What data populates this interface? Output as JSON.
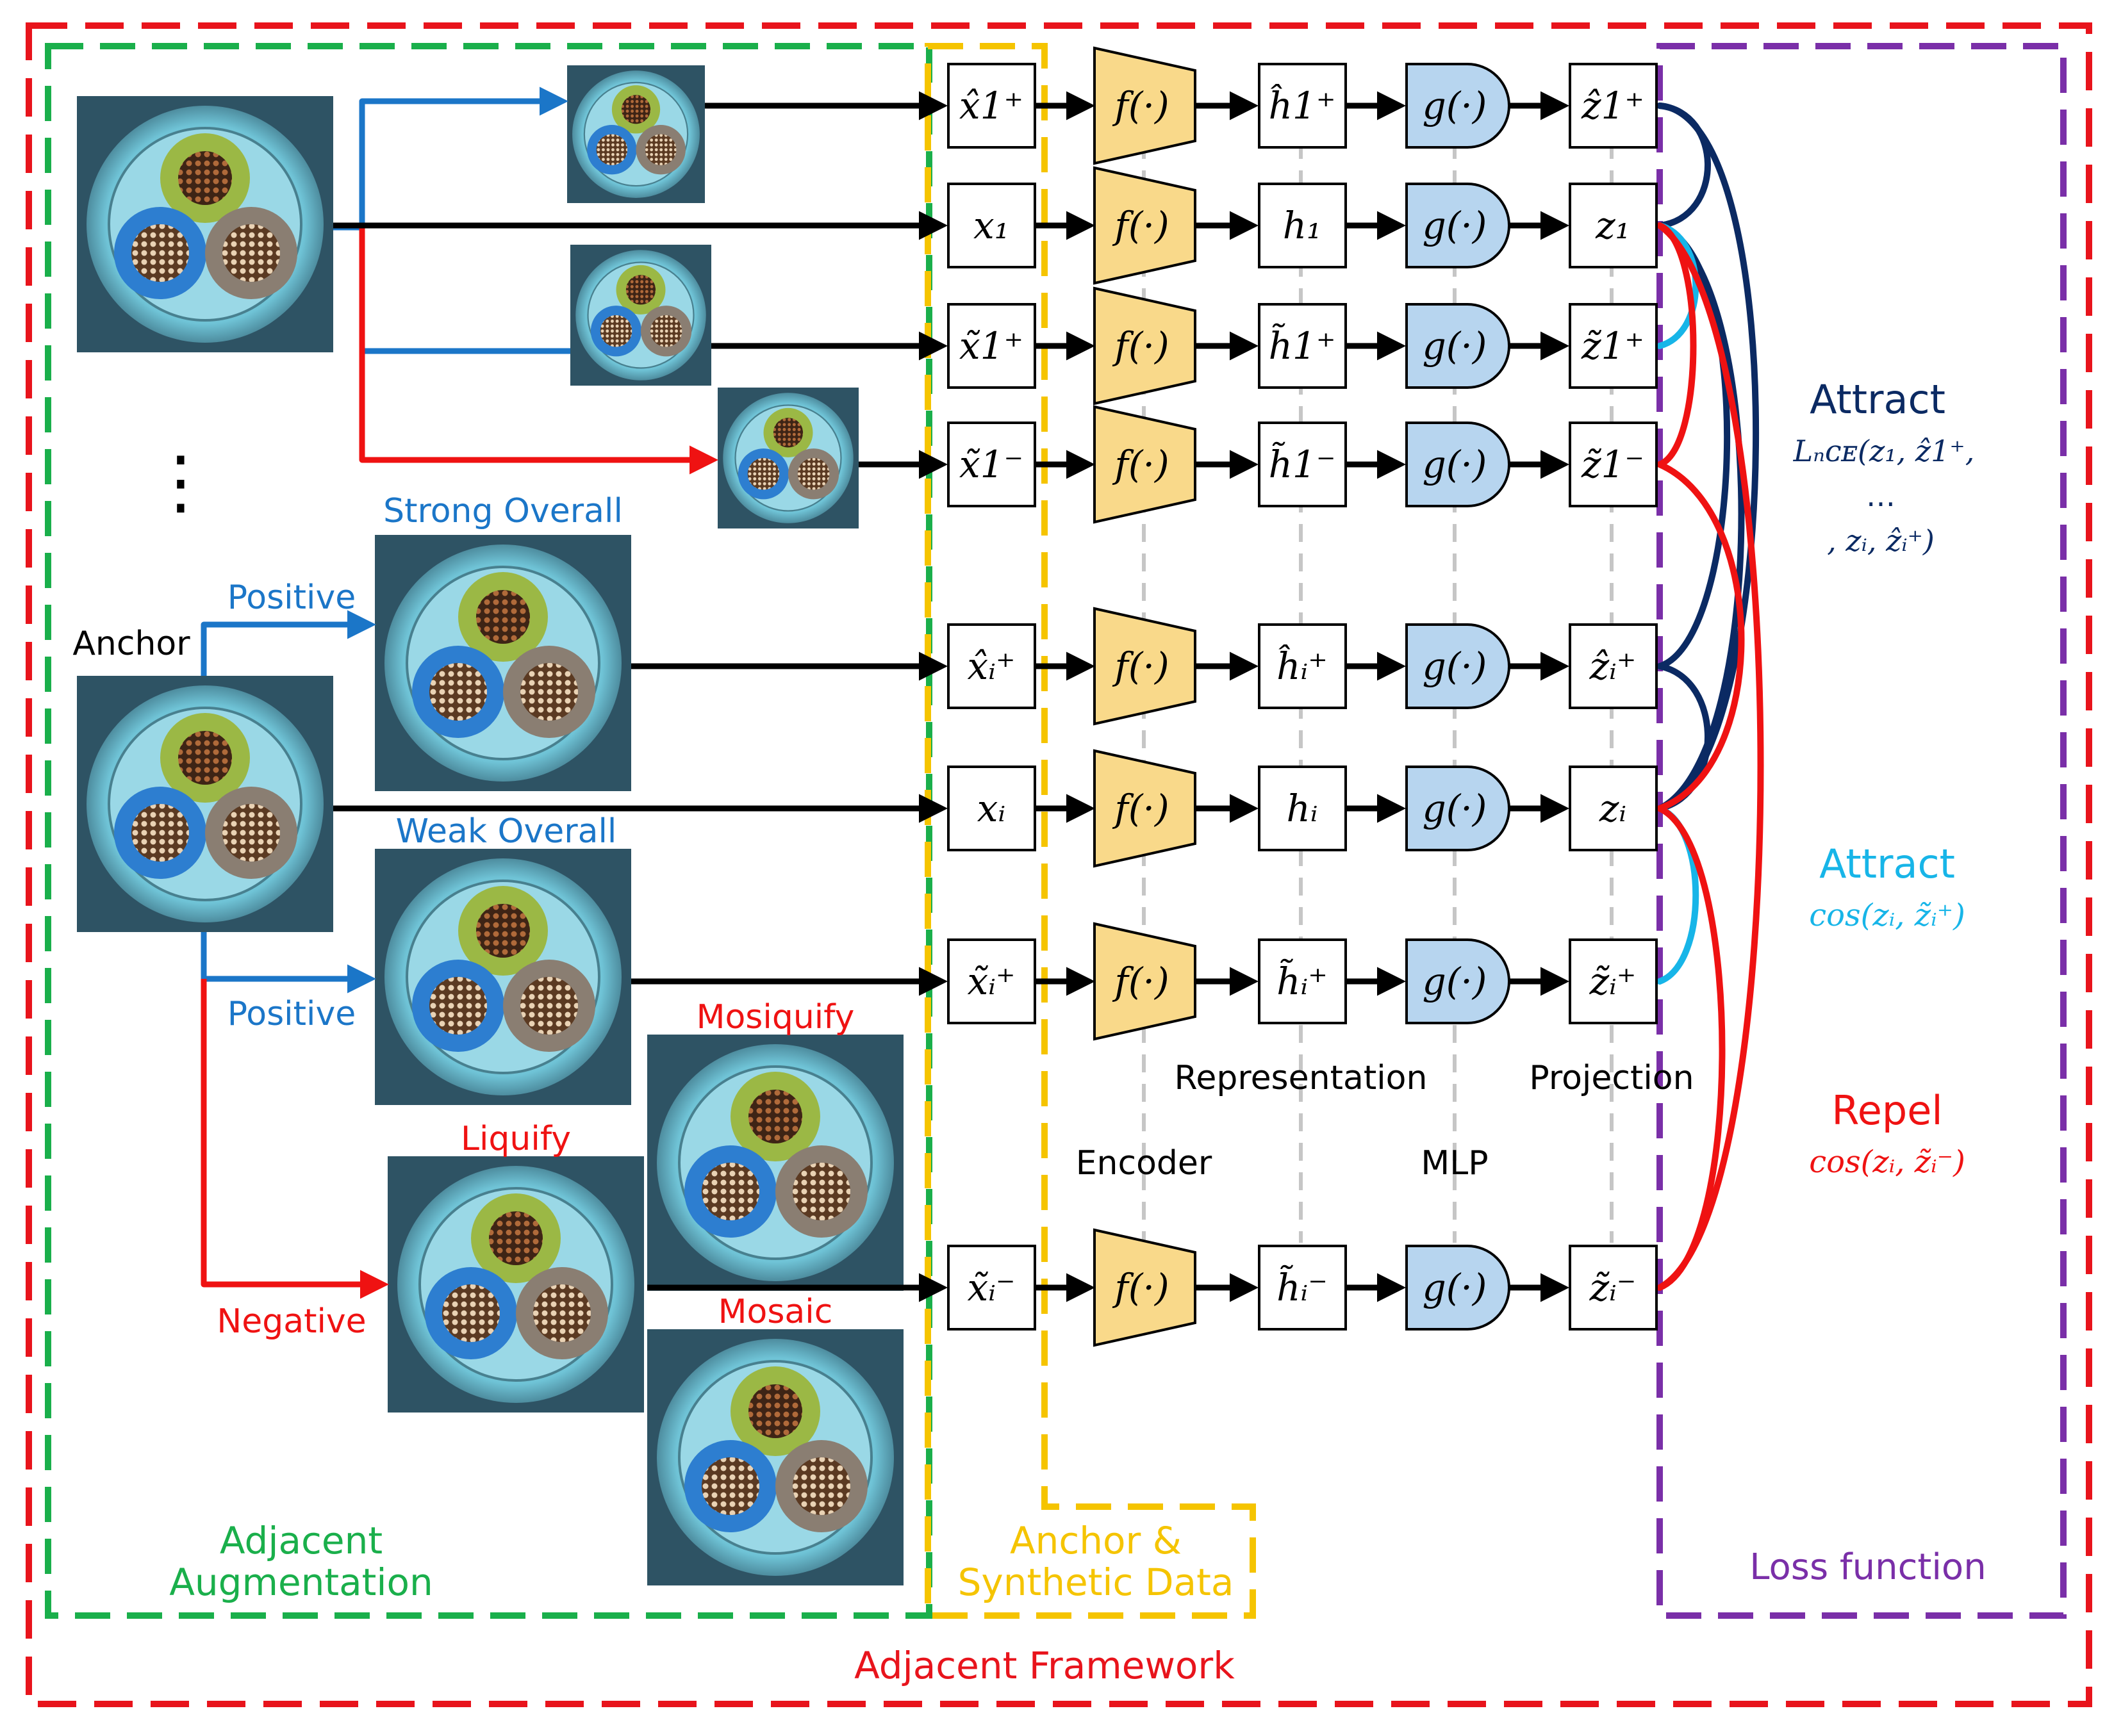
{
  "frames": {
    "outer": "Adjacent Framework",
    "augmentation": [
      "Adjacent",
      "Augmentation"
    ],
    "synthetic": [
      "Anchor &",
      "Synthetic Data"
    ],
    "loss": "Loss function"
  },
  "left": {
    "anchor": "Anchor",
    "strong_overall": "Strong Overall",
    "weak_overall": "Weak Overall",
    "positive_top": "Positive",
    "positive_bottom": "Positive",
    "negative": "Negative",
    "liquify": "Liquify",
    "mosiquify": "Mosiquify",
    "mosaic": "Mosaic",
    "ellipsis": "⋮"
  },
  "stages": {
    "encoder": "Encoder",
    "representation": "Representation",
    "mlp": "MLP",
    "projection": "Projection"
  },
  "rows": [
    {
      "input": "x̂1⁺",
      "encoder": "f(·)",
      "rep": "ĥ1⁺",
      "mlp": "g(·)",
      "proj": "ẑ1⁺"
    },
    {
      "input": "x₁",
      "encoder": "f(·)",
      "rep": "h₁",
      "mlp": "g(·)",
      "proj": "z₁"
    },
    {
      "input": "x̃1⁺",
      "encoder": "f(·)",
      "rep": "h̃1⁺",
      "mlp": "g(·)",
      "proj": "z̃1⁺"
    },
    {
      "input": "x̃1⁻",
      "encoder": "f(·)",
      "rep": "h̃1⁻",
      "mlp": "g(·)",
      "proj": "z̃1⁻"
    },
    {
      "input": "x̂ᵢ⁺",
      "encoder": "f(·)",
      "rep": "ĥᵢ⁺",
      "mlp": "g(·)",
      "proj": "ẑᵢ⁺"
    },
    {
      "input": "xᵢ",
      "encoder": "f(·)",
      "rep": "hᵢ",
      "mlp": "g(·)",
      "proj": "zᵢ"
    },
    {
      "input": "x̃ᵢ⁺",
      "encoder": "f(·)",
      "rep": "h̃ᵢ⁺",
      "mlp": "g(·)",
      "proj": "z̃ᵢ⁺"
    },
    {
      "input": "x̃ᵢ⁻",
      "encoder": "f(·)",
      "rep": "h̃ᵢ⁻",
      "mlp": "g(·)",
      "proj": "z̃ᵢ⁻"
    }
  ],
  "loss": {
    "attract1_title": "Attract",
    "attract1_l1": "Lₙᴄᴇ(z₁, ẑ1⁺,",
    "attract1_l2": "…",
    "attract1_l3": ", zᵢ, ẑᵢ⁺)",
    "attract2_title": "Attract",
    "attract2_formula": "cos(zᵢ, z̃ᵢ⁺)",
    "repel_title": "Repel",
    "repel_formula": "cos(zᵢ, z̃ᵢ⁻)"
  },
  "colors": {
    "outer_frame": "#e8141c",
    "augmentation_frame": "#1aaf4b",
    "synthetic_frame": "#f5c400",
    "loss_frame": "#7a2fa8",
    "positive": "#1b76c8",
    "negative": "#ef1212",
    "attract_dark": "#0b2a63",
    "attract_light": "#17b5e8",
    "encoder_fill": "#f9d98a",
    "mlp_fill": "#b7d5ef"
  }
}
